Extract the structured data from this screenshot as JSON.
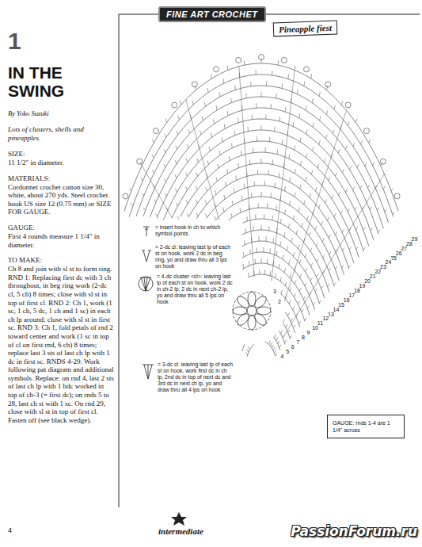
{
  "diagram": {
    "title": "IN THE SWING",
    "nodes": [
      {
        "text": [
          "FINE ART CROCHET"
        ]
      },
      {
        "text": [
          "Pineapple fiest"
        ]
      },
      {
        "text": [
          "GAUGE: rnds 1-4 are 1 1/4\" across"
        ]
      }
    ],
    "labels": [
      "1",
      "By Yoko Suzuki",
      "Lots of clusters, shells and pineapples.",
      "SIZE:",
      "11 1/2\" in diameter.",
      "MATERIALS:",
      "Cordonnet crochet cotton size 30, white, about 270 yds. Steel crochet hook US size 12 (0.75 mm) or SIZE FOR GAUGE.",
      "GAUGE:",
      "First 4 rounds measure 1 1/4\" in diameter.",
      "TO MAKE:",
      "Ch 8 and join with sl st to form ring. RND 1: Replacing first dc with 3 ch throughout, in beg ring work (2-dc cl, 5 ch) 8 times; close with sl st in top of first cl. RND 2: Ch 1, work (1 sc, 1 ch, 5 dc, 1 ch and 1 sc) in each ch lp around; close with sl st in first sc. RND 3: Ch 1, fold petals of rnd 2 toward center and work (1 sc in top of cl on first rnd, 6 ch) 8 times; replace last 3 sts of last ch lp with 1 dc in first sc. RNDS 4-29: Work following pat diagram and additional symbols. Replace: on rnd 4, last 2 sts of last ch lp with 1 hdc worked in top of ch-3 (= first dc); on rnds 5 to 28, last ch st with 1 sc. On rnd 29, close with sl st in top of first cl. Fasten off (see black wedge).",
      "29",
      "28",
      "27",
      "26",
      "25",
      "24",
      "23",
      "22",
      "21",
      "20",
      "19",
      "18",
      "17",
      "16",
      "15",
      "14",
      "13",
      "12",
      "11",
      "10",
      "9",
      "8",
      "7",
      "6",
      "5",
      "4",
      "3",
      "2",
      "4",
      "intermediate",
      "PassionForum.ru"
    ],
    "legend": [
      {
        "text": "= insert hook in ch to which symbol points"
      },
      {
        "text": "= 2-dc cl: leaving last lp of each st on hook, work 2 dc in beg ring, yo and draw thru all 3 lps on hook"
      },
      {
        "text": "= 4-dc cluster <cl>: leaving last lp of each st on hook, work 2 dc in ch-2 lp, 2 dc in next ch-2 lp, yo and draw thru all 5 lps on hook"
      },
      {
        "text": "= 3-dc cl: leaving last lp of each st on hook, work first dc in ch lp, 2nd dc in top of next dc and 3rd dc in next ch lp, yo and draw thru all 4 lps on hook"
      }
    ]
  }
}
